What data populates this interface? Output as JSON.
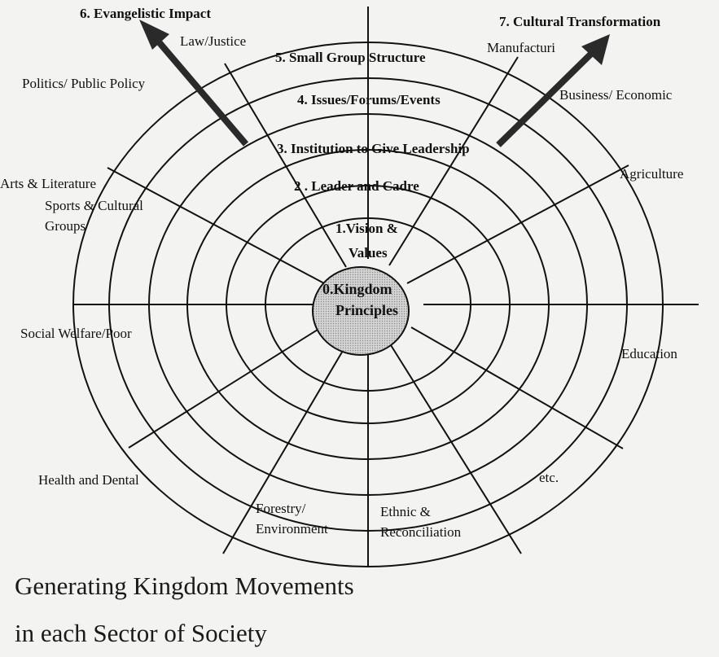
{
  "core": {
    "line1": "0.Kingdom",
    "line2": "Principles"
  },
  "rings": [
    {
      "line1": "1.Vision &",
      "line2": "Values"
    },
    {
      "text": "2 .  Leader and Cadre"
    },
    {
      "text": "3. Institution to Give Leadership"
    },
    {
      "text": "4. Issues/Forums/Events"
    },
    {
      "text": "5. Small Group Structure"
    }
  ],
  "arrows": {
    "left": "6. Evangelistic Impact",
    "right": "7. Cultural Transformation"
  },
  "sectors": {
    "law": "Law/Justice",
    "politics": "Politics/ Public Policy",
    "arts": "Arts & Literature",
    "sports1": "Sports & Cultural",
    "sports2": "Groups",
    "social": "Social Welfare/Poor",
    "health": "Health and Dental",
    "forestry1": "Forestry/",
    "forestry2": "Environment",
    "ethnic1": "Ethnic   &",
    "ethnic2": "Reconciliation",
    "etc": "etc.",
    "education": "Education",
    "agriculture": "Agriculture",
    "business": "Business/ Economic",
    "manufacturing": "Manufacturi"
  },
  "caption": {
    "line1": "Generating Kingdom Movements",
    "line2": "in each Sector of Society"
  },
  "colors": {
    "ink": "#111111",
    "core_fill": "#c9c9c9",
    "arrow": "#2a2a2a"
  }
}
